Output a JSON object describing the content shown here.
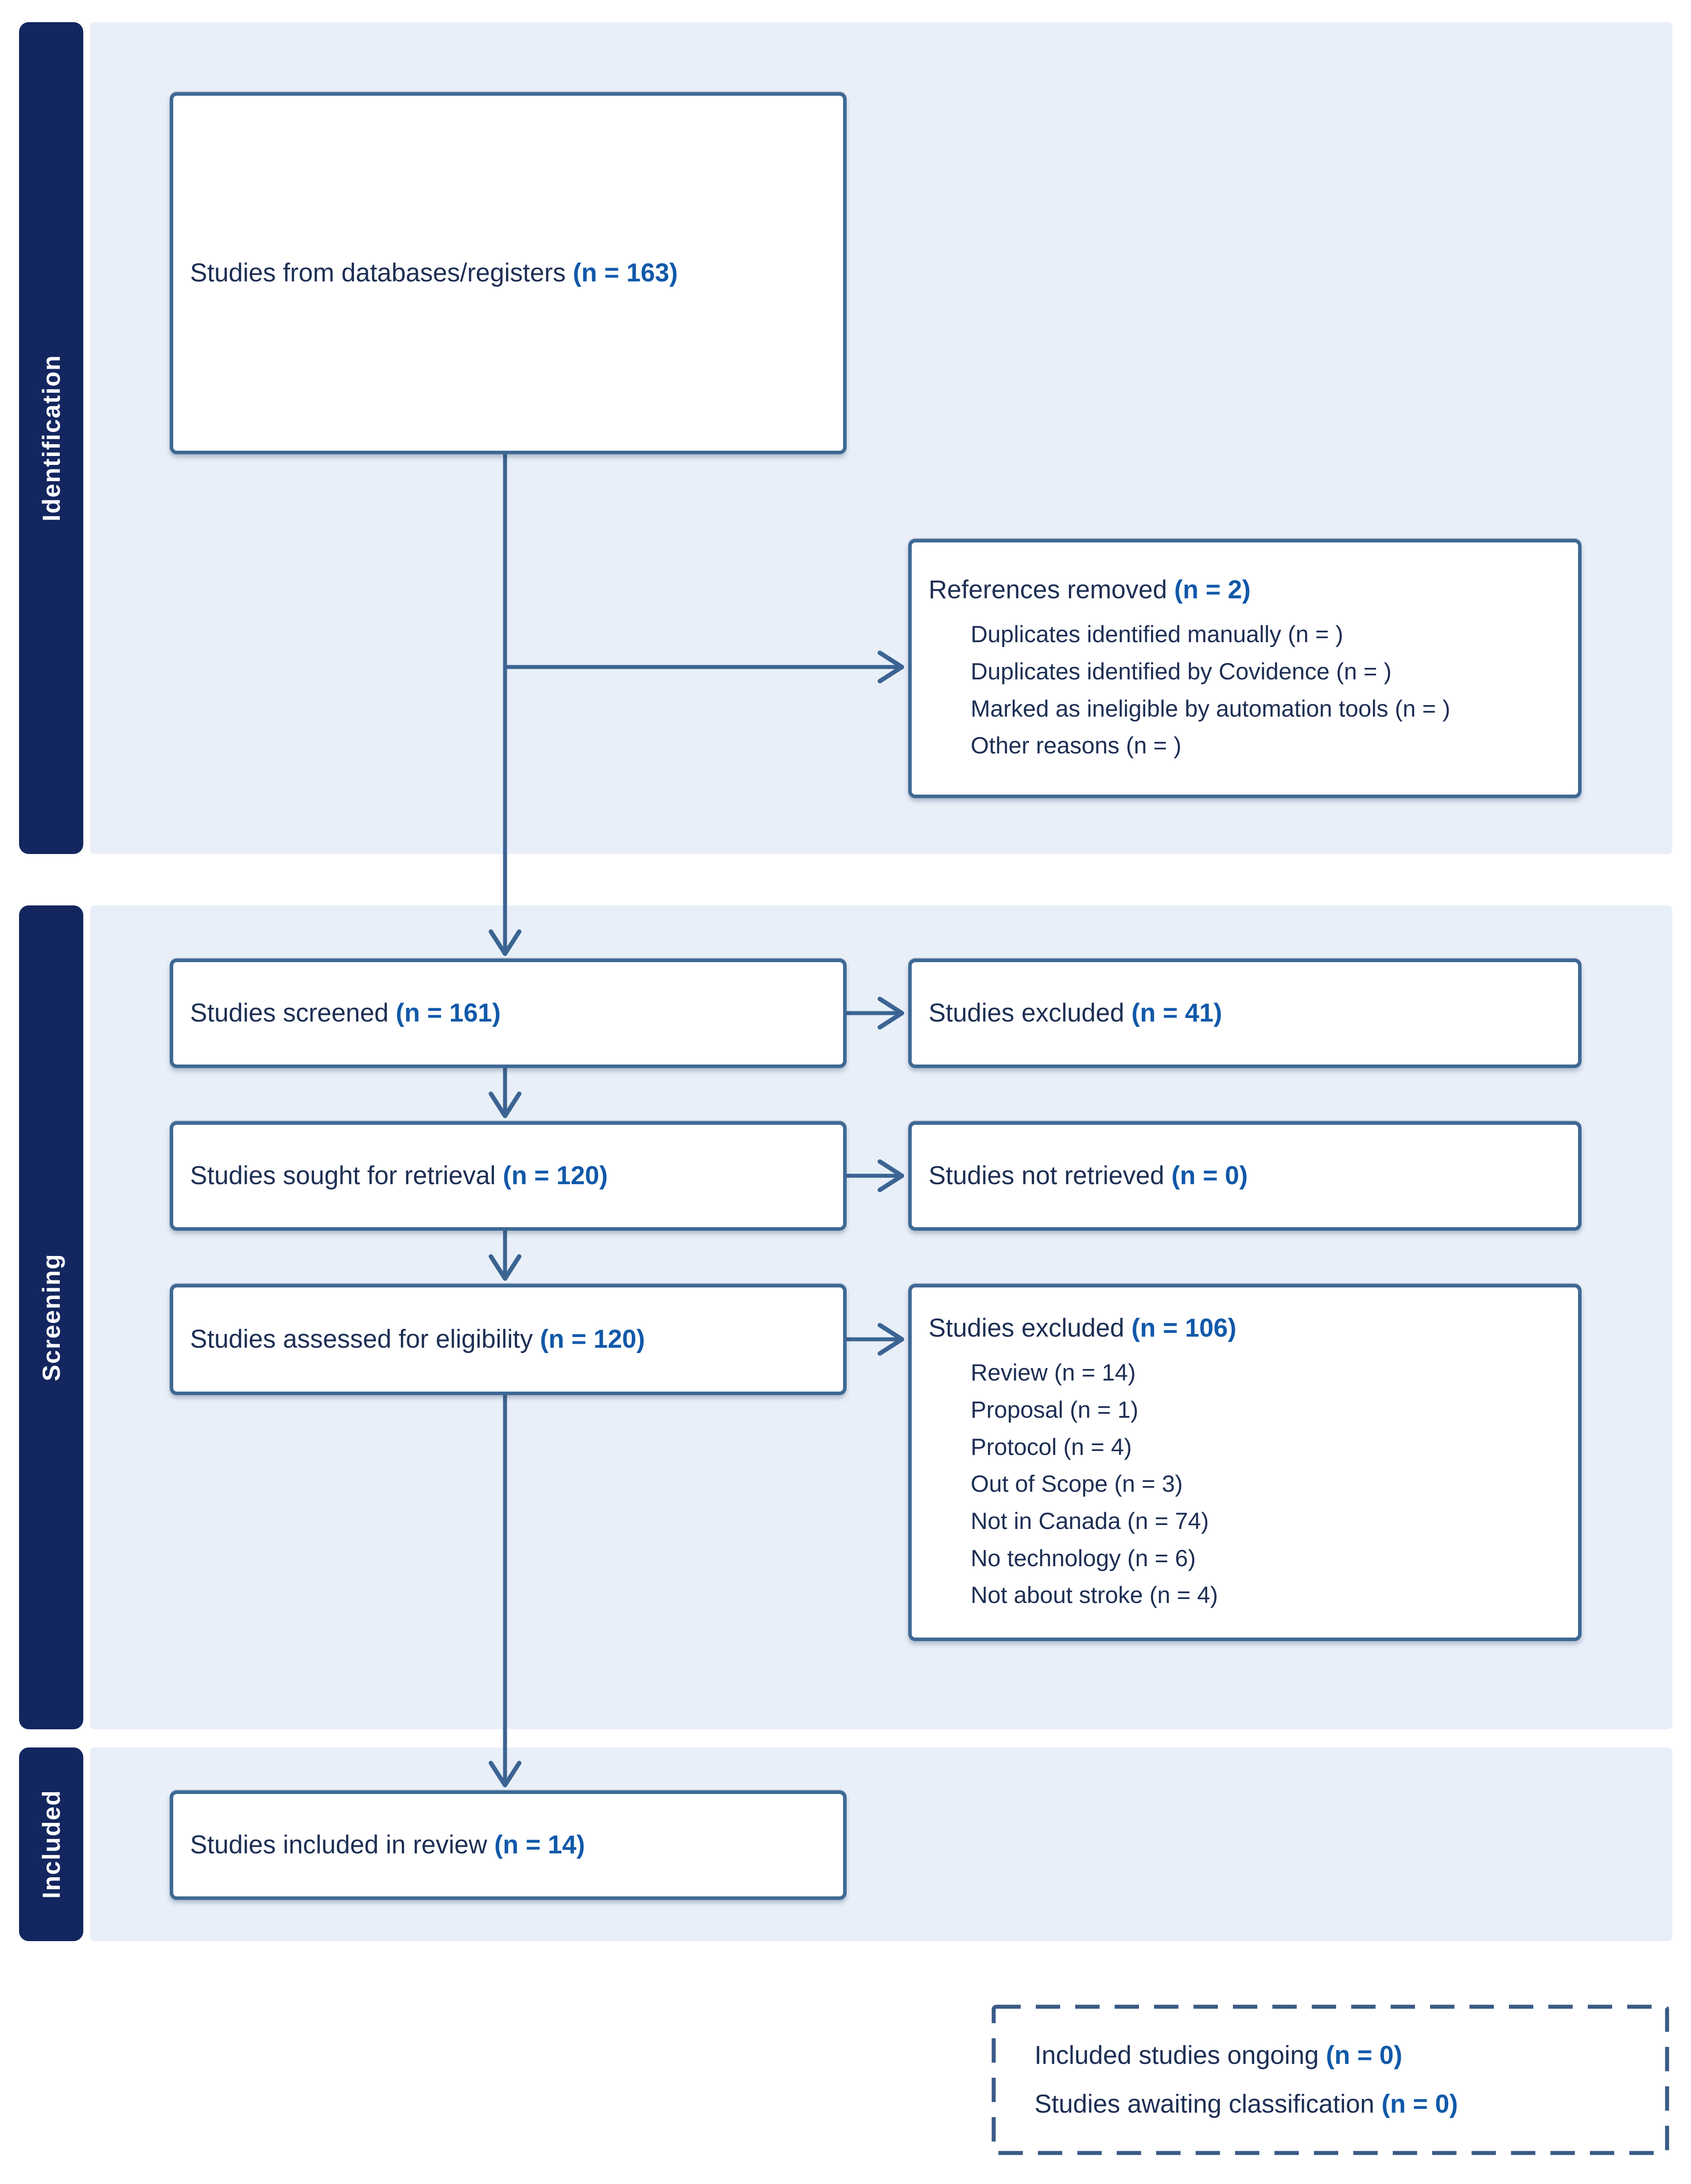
{
  "palette": {
    "stage_bar": "#13265f",
    "panel": "#e8eff9",
    "box_border": "#3e6994",
    "text": "#1e2f54",
    "accent_count": "#1159a9",
    "arrow": "#3c6492",
    "dashed_border": "#3a5a86"
  },
  "stages": {
    "identification": "Identification",
    "screening": "Screening",
    "included": "Included"
  },
  "boxes": {
    "databases": {
      "label": "Studies from databases/registers",
      "count": "(n = 163)"
    },
    "references_removed": {
      "label": "References removed",
      "count": "(n = 2)",
      "items": [
        "Duplicates identified manually (n = )",
        "Duplicates identified by Covidence (n = )",
        "Marked as ineligible by automation tools (n = )",
        "Other reasons (n = )"
      ]
    },
    "screened": {
      "label": "Studies screened",
      "count": "(n = 161)"
    },
    "excluded_screening": {
      "label": "Studies excluded",
      "count": "(n = 41)"
    },
    "sought": {
      "label": "Studies sought for retrieval",
      "count": "(n = 120)"
    },
    "not_retrieved": {
      "label": "Studies not retrieved",
      "count": "(n = 0)"
    },
    "assessed": {
      "label": "Studies assessed for eligibility",
      "count": "(n = 120)"
    },
    "excluded_eligibility": {
      "label": "Studies excluded",
      "count": "(n = 106)",
      "items": [
        "Review (n = 14)",
        "Proposal (n = 1)",
        "Protocol (n = 4)",
        "Out of Scope (n = 3)",
        "Not in Canada (n = 74)",
        "No technology (n = 6)",
        "Not about stroke (n = 4)"
      ]
    },
    "included_review": {
      "label": "Studies included in review",
      "count": "(n = 14)"
    },
    "awaiting": {
      "line1_label": "Included studies ongoing",
      "line1_count": "(n = 0)",
      "line2_label": "Studies awaiting classification",
      "line2_count": "(n = 0)"
    }
  }
}
